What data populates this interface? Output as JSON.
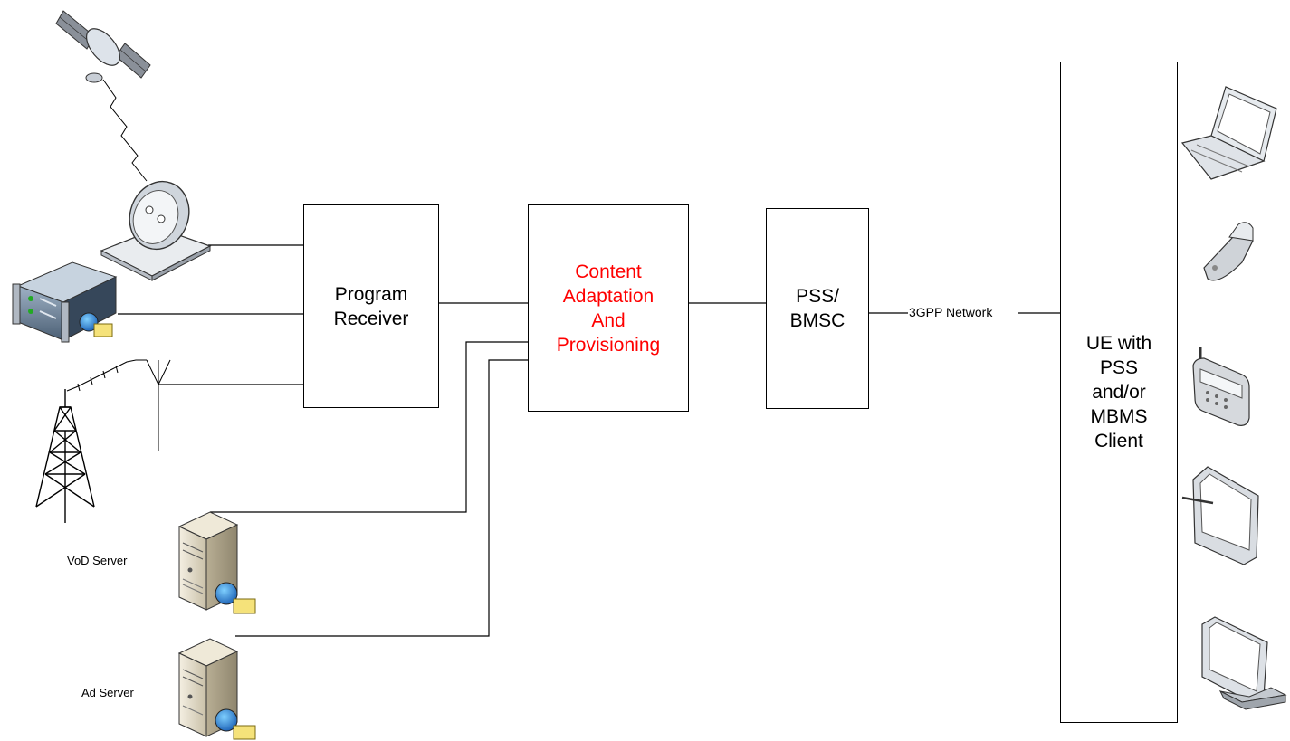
{
  "diagram": {
    "blocks": {
      "program_receiver": "Program\nReceiver",
      "content_adaptation": "Content\nAdaptation\nAnd\nProvisioning",
      "pss_bmsc": "PSS/\nBMSC",
      "ue_client": "UE with\nPSS\nand/or\nMBMS\nClient"
    },
    "labels": {
      "network": "3GPP Network",
      "vod_server": "VoD Server",
      "ad_server": "Ad Server"
    },
    "icons": {
      "sources": [
        "satellite-icon",
        "satellite-dish-icon",
        "rack-server-icon",
        "antenna-icon",
        "broadcast-tower-icon",
        "vod-server-icon",
        "ad-server-icon"
      ],
      "devices": [
        "laptop-icon",
        "flip-phone-icon",
        "mobile-phone-icon",
        "tablet-icon",
        "monitor-icon"
      ]
    },
    "colors": {
      "highlight_text": "#ff0000"
    }
  }
}
